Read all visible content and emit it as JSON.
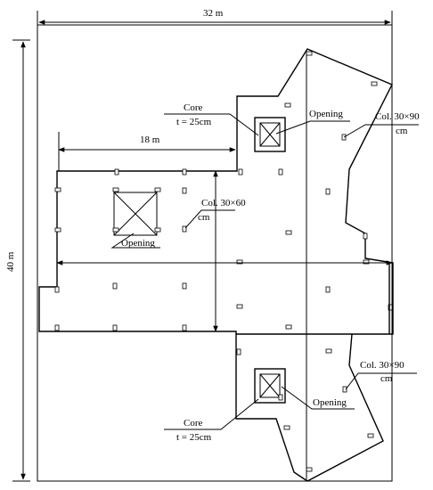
{
  "dimensions": {
    "width_label": "32 m",
    "height_label": "40 m",
    "inner_label": "18 m"
  },
  "labels": {
    "core_top_1": "Core",
    "core_top_2": "t = 25cm",
    "opening_top": "Opening",
    "col_right_top_1": "Col. 30×90",
    "col_right_top_2": "cm",
    "col_mid_1": "Col. 30×60",
    "col_mid_2": "cm",
    "opening_left": "Opening",
    "col_right_bottom_1": "Col. 30×90",
    "col_right_bottom_2": "cm",
    "opening_bottom": "Opening",
    "core_bottom_1": "Core",
    "core_bottom_2": "t = 25cm"
  }
}
